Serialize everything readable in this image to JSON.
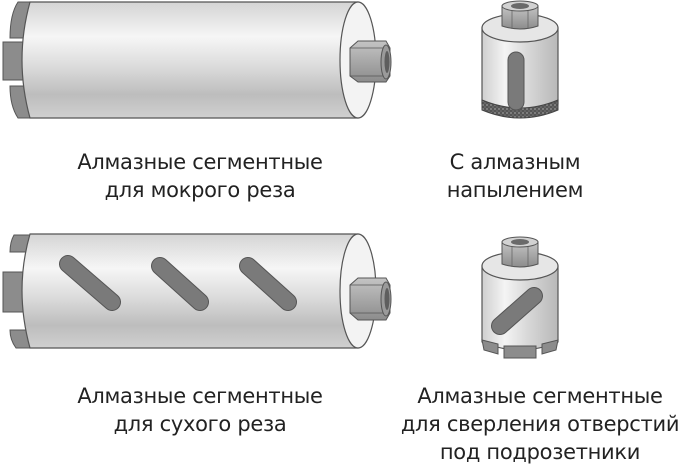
{
  "items": [
    {
      "id": "wet-segmented",
      "icon": "diamond-core-bit-wet-icon",
      "caption": [
        "Алмазные сегментные",
        "для мокрого реза"
      ]
    },
    {
      "id": "diamond-coated",
      "icon": "diamond-coated-bit-icon",
      "caption": [
        "С алмазным",
        "напылением"
      ]
    },
    {
      "id": "dry-segmented",
      "icon": "diamond-core-bit-dry-icon",
      "caption": [
        "Алмазные сегментные",
        "для сухого реза"
      ]
    },
    {
      "id": "socket-segmented",
      "icon": "socket-core-bit-icon",
      "caption": [
        "Алмазные сегментные",
        "для сверления отверстий",
        "под подрозетники"
      ]
    }
  ],
  "colors": {
    "body_light": "#f2f2f2",
    "body_mid": "#c8c8c8",
    "outline": "#555555",
    "segment": "#8a8a8a",
    "slot": "#6e6e6e",
    "text": "#222222"
  }
}
